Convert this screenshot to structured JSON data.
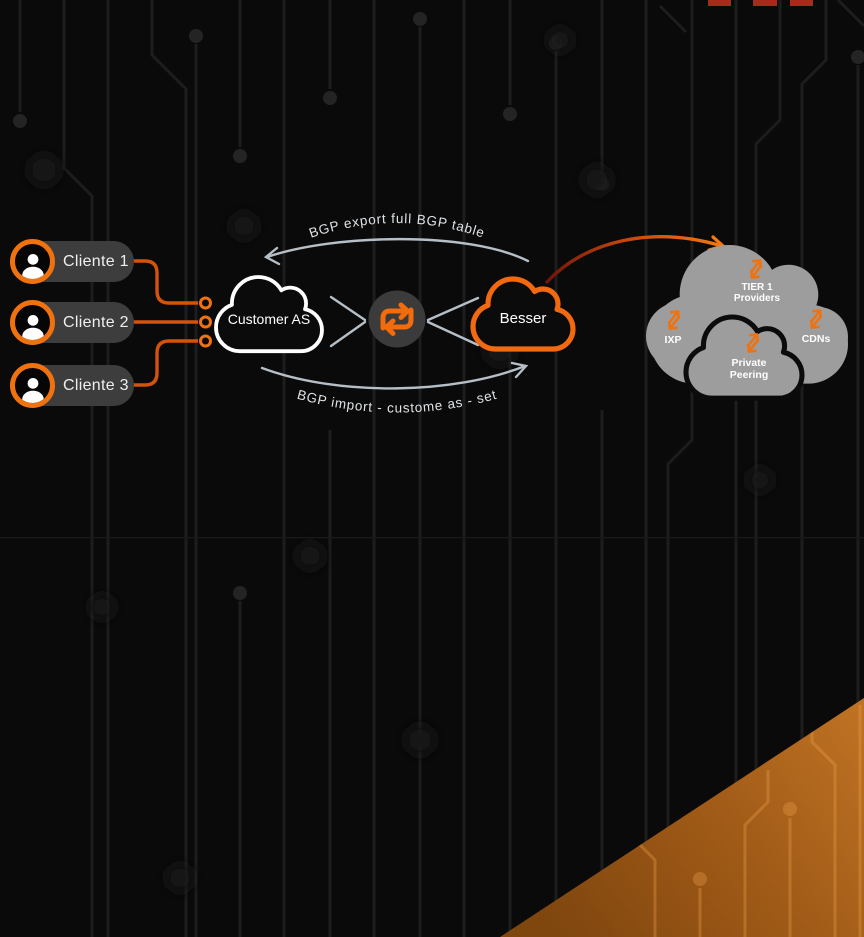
{
  "clients": [
    {
      "label": "Cliente 1"
    },
    {
      "label": "Cliente 2"
    },
    {
      "label": "Cliente 3"
    }
  ],
  "diagram": {
    "customer_cloud_label": "Customer AS",
    "besser_cloud_label": "Besser",
    "top_arrow_label": "BGP export full BGP table",
    "bottom_arrow_label": "BGP import - custome as - set",
    "cluster": {
      "tier1_line1": "TIER 1",
      "tier1_line2": "Providers",
      "ixp_label": "IXP",
      "cdns_label": "CDNs",
      "private_line1": "Private",
      "private_line2": "Peering"
    }
  },
  "icons": {
    "avatar": "user-icon",
    "exchange": "repeat-arrows-icon",
    "transfer": "diagonal-transfer-arrows-icon"
  },
  "colors": {
    "background": "#0a0a0a",
    "accent_orange": "#f0720f",
    "connector_orange": "#d4530b",
    "cloud_gray": "#9d9d9d",
    "arrow_gray": "#b6bfc6",
    "pill_gray": "#3d3d3d",
    "exchange_circle": "#3b3b3b",
    "red_bar": "#a82a1b",
    "triangle_top": "#bf7324",
    "triangle_bottom": "#7f460e"
  }
}
